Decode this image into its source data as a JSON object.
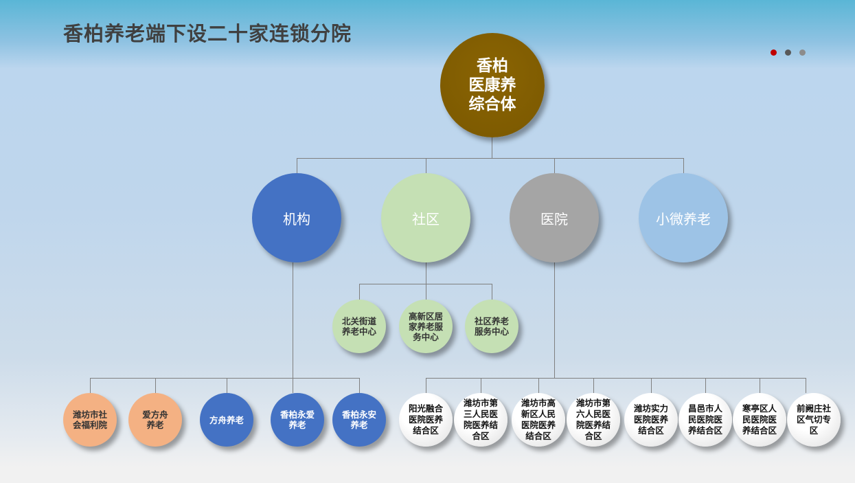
{
  "title": "香柏养老端下设二十家连锁分院",
  "pager": {
    "colors": [
      "#c00000",
      "#595959",
      "#8c8c8c"
    ]
  },
  "root": {
    "label": "香柏\n医康养\n综合体",
    "color": "#7f5f00"
  },
  "categories": [
    {
      "label": "机构",
      "color": "#4472c4"
    },
    {
      "label": "社区",
      "color": "#c5e0b4"
    },
    {
      "label": "医院",
      "color": "#a5a5a5"
    },
    {
      "label": "小微养老",
      "color": "#9dc3e6"
    }
  ],
  "community": [
    "北关街道\n养老中心",
    "高新区居\n家养老服\n务中心",
    "社区养老\n服务中心"
  ],
  "institutions": [
    {
      "label": "潍坊市社\n会福利院",
      "color": "#f4b183"
    },
    {
      "label": "爱方舟\n养老",
      "color": "#f4b183"
    },
    {
      "label": "方舟养老",
      "color": "#4472c4"
    },
    {
      "label": "香柏永爱\n养老",
      "color": "#4472c4"
    },
    {
      "label": "香柏永安\n养老",
      "color": "#4472c4"
    }
  ],
  "hospitals": [
    "阳光融合\n医院医养\n结合区",
    "潍坊市第\n三人民医\n院医养结\n合区",
    "潍坊市高\n新区人民\n医院医养\n结合区",
    "潍坊市第\n六人民医\n院医养结\n合区",
    "潍坊实力\n医院医养\n结合区",
    "昌邑市人\n民医院医\n养结合区",
    "寒亭区人\n民医院医\n养结合区",
    "前阙庄社\n区气切专\n区"
  ]
}
